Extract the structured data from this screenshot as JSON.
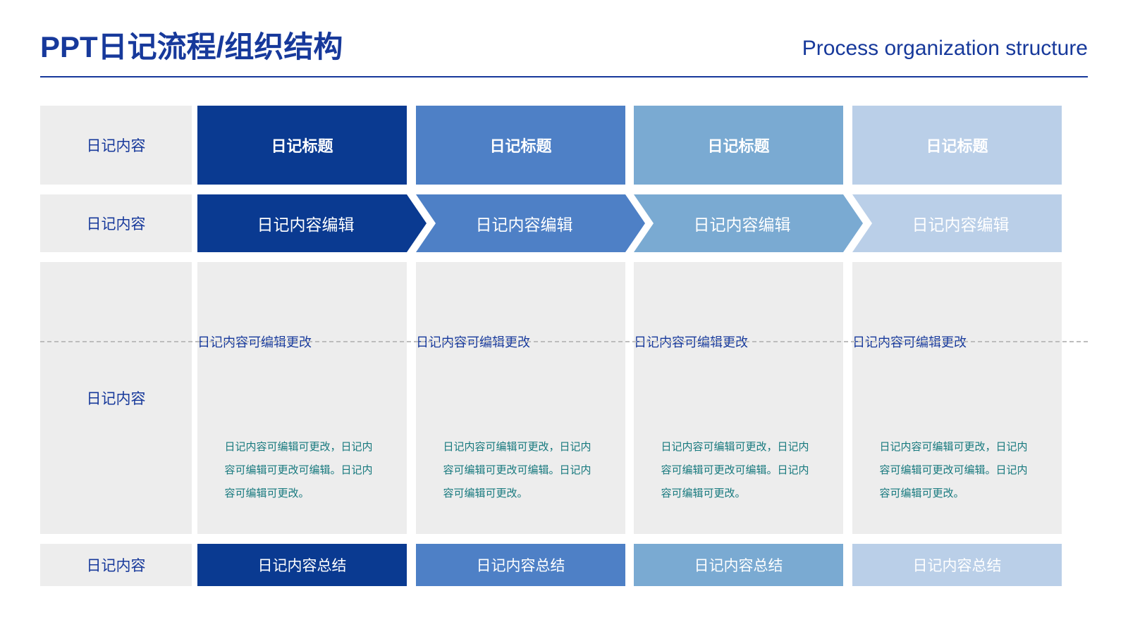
{
  "header": {
    "title_cn": "PPT日记流程/组织结构",
    "title_en": "Process organization structure",
    "rule_color": "#17399B"
  },
  "palette": {
    "col1": "#0A3A91",
    "col2": "#4E80C6",
    "col3": "#7AAAD2",
    "col4": "#BACFE8",
    "gray": "#EDEDED",
    "blue_text": "#17399B",
    "teal_text": "#17797E",
    "dash": "#BDBDBD"
  },
  "rows": {
    "label_column": [
      "日记内容",
      "日记内容",
      "日记内容",
      "日记内容"
    ],
    "header_row": [
      "日记标题",
      "日记标题",
      "日记标题",
      "日记标题"
    ],
    "chevron_row": [
      "日记内容编辑",
      "日记内容编辑",
      "日记内容编辑",
      "日记内容编辑"
    ],
    "subtitle_row": [
      "日记内容可编辑更改",
      "日记内容可编辑更改",
      "日记内容可编辑更改",
      "日记内容可编辑更改"
    ],
    "paragraph_row": [
      "日记内容可编辑可更改，日记内容可编辑可更改可编辑。日记内容可编辑可更改。",
      "日记内容可编辑可更改，日记内容可编辑可更改可编辑。日记内容可编辑可更改。",
      "日记内容可编辑可更改，日记内容可编辑可更改可编辑。日记内容可编辑可更改。",
      "日记内容可编辑可更改，日记内容可编辑可更改可编辑。日记内容可编辑可更改。"
    ],
    "footer_row": [
      "日记内容总结",
      "日记内容总结",
      "日记内容总结",
      "日记内容总结"
    ]
  }
}
